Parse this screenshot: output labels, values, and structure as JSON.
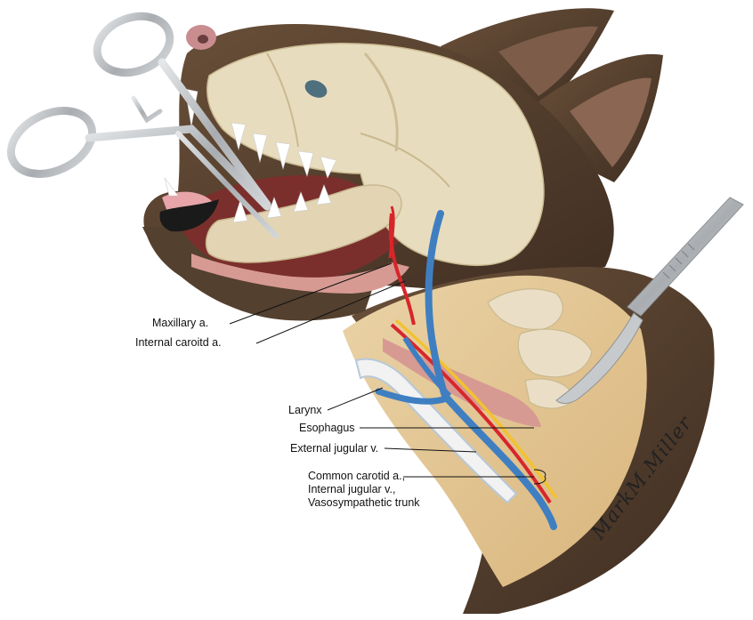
{
  "labels": {
    "maxillary": "Maxillary a.",
    "internal_carotid": "Internal caroitd a.",
    "larynx": "Larynx",
    "esophagus": "Esophagus",
    "external_jugular": "External jugular v.",
    "common_carotid_lines": [
      "Common carotid a.,",
      "Internal jugular v.,",
      "Vasosympathetic trunk"
    ]
  },
  "signature": "MarkM.Miller",
  "colors": {
    "fur": "#5a4331",
    "fur_dark": "#3e2d21",
    "skull": "#e8dcbf",
    "skin": "#e3c896",
    "muscle": "#c98b84",
    "artery": "#d7262b",
    "vein": "#3f7fc1",
    "nerve": "#f2c230",
    "steel": "#b9bcbf"
  }
}
